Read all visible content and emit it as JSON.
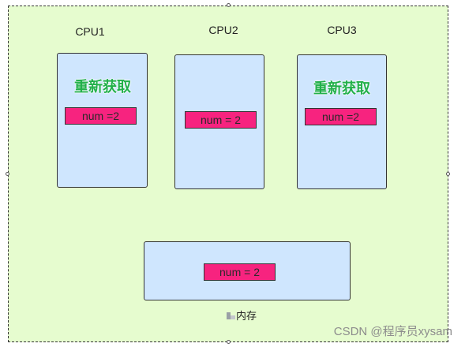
{
  "cpus": [
    {
      "label": "CPU1",
      "num_text": "num =2",
      "status": "重新获取"
    },
    {
      "label": "CPU2",
      "num_text": "num = 2"
    },
    {
      "label": "CPU3",
      "num_text": "num =2",
      "status": "重新获取"
    }
  ],
  "memory": {
    "label": "内存",
    "num_text": "num = 2"
  },
  "watermark": "CSDN @程序员xysam",
  "colors": {
    "frame_bg": "#e6fccf",
    "box_bg": "#cfe6fe",
    "num_bg": "#f7237f",
    "status_text": "#22b04a"
  }
}
